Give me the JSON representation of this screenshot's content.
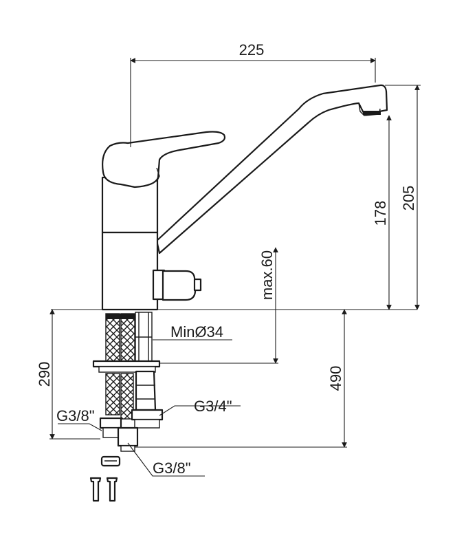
{
  "dimensions": {
    "spout_reach": "225",
    "total_height": "205",
    "spout_height": "178",
    "max_deck_thickness": "max.60",
    "min_hole_diameter": "MinØ34",
    "hose_length_short": "290",
    "hose_length_long": "490"
  },
  "connections": {
    "inlet_left": "G3/8\"",
    "inlet_right": "G3/4\"",
    "inlet_bottom": "G3/8\""
  },
  "colors": {
    "line": "#1a1a1a",
    "background": "#ffffff"
  }
}
